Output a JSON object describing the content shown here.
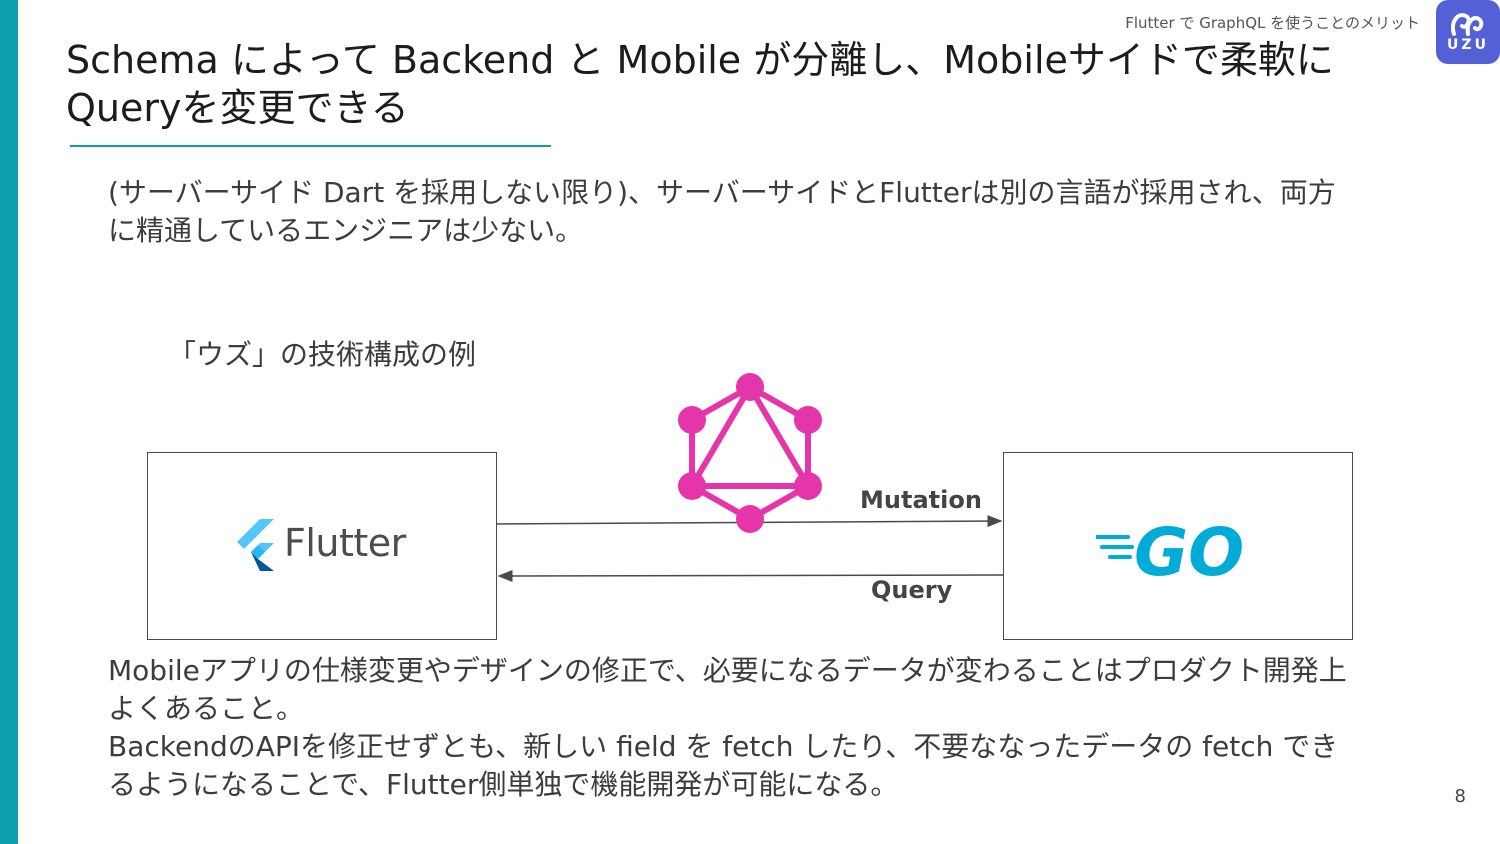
{
  "slide": {
    "header_tag": "Flutter で GraphQL を使うことのメリット",
    "logo_text": "UZU",
    "title": "Schema によって Backend と Mobile が分離し、Mobileサイドで柔軟にQueryを変更できる",
    "intro": "(サーバーサイド Dart を採用しない限り)、サーバーサイドとFlutterは別の言語が採用され、両方に精通しているエンジニアは少ない。",
    "caption": "「ウズ」の技術構成の例",
    "body_lines": [
      "Mobileアプリの仕様変更やデザインの修正で、必要になるデータが変わることはプロダクト開発上よくあること。",
      "BackendのAPIを修正せずとも、新しい field を fetch したり、不要ななったデータの fetch できるようになることで、Flutter側単独で機能開発が可能になる。"
    ],
    "page_number": "8"
  },
  "diagram": {
    "nodes": {
      "client": {
        "label": "Flutter"
      },
      "server": {
        "label": "GO"
      }
    },
    "edges": [
      {
        "label": "Mutation",
        "from": "client",
        "to": "server"
      },
      {
        "label": "Query",
        "from": "server",
        "to": "client"
      }
    ]
  },
  "icons": [
    "uzu-logo-icon",
    "graphql-logo-icon",
    "flutter-logo-icon",
    "go-logo-icon"
  ],
  "colors": {
    "accent": "#0e9fae",
    "logo_badge": "#5360d6",
    "graphql": "#e535ab",
    "flutter_light": "#54c5f8",
    "flutter_dark": "#01579b",
    "go": "#00acd7"
  }
}
